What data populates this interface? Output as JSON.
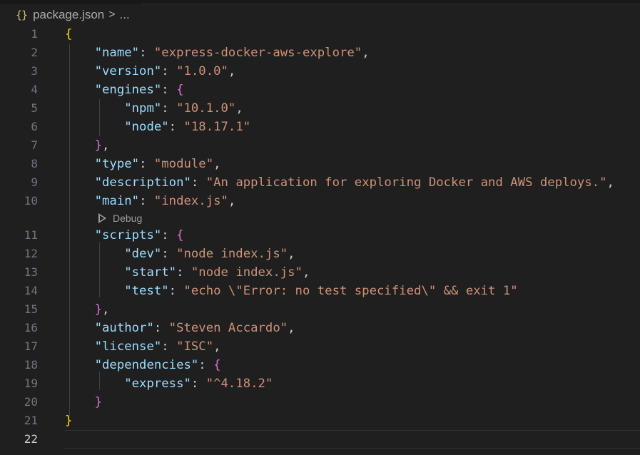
{
  "breadcrumb": {
    "icon": "{}",
    "file": "package.json",
    "separator": ">",
    "more": "..."
  },
  "codelens": {
    "label": "Debug"
  },
  "colors": {
    "background": "#1f1f1f",
    "key": "#9cdcfe",
    "string": "#ce9178",
    "bracket_outer": "#ffd700",
    "bracket_inner": "#da70d6",
    "line_number": "#6e7681"
  },
  "lines": [
    {
      "num": "1",
      "tokens": [
        [
          "b1",
          "{"
        ]
      ]
    },
    {
      "num": "2",
      "tokens": [
        [
          "p",
          "    "
        ],
        [
          "k",
          "\"name\""
        ],
        [
          "p",
          ": "
        ],
        [
          "s",
          "\"express-docker-aws-explore\""
        ],
        [
          "p",
          ","
        ]
      ]
    },
    {
      "num": "3",
      "tokens": [
        [
          "p",
          "    "
        ],
        [
          "k",
          "\"version\""
        ],
        [
          "p",
          ": "
        ],
        [
          "s",
          "\"1.0.0\""
        ],
        [
          "p",
          ","
        ]
      ]
    },
    {
      "num": "4",
      "tokens": [
        [
          "p",
          "    "
        ],
        [
          "k",
          "\"engines\""
        ],
        [
          "p",
          ": "
        ],
        [
          "b2",
          "{"
        ]
      ]
    },
    {
      "num": "5",
      "tokens": [
        [
          "p",
          "        "
        ],
        [
          "k",
          "\"npm\""
        ],
        [
          "p",
          ": "
        ],
        [
          "s",
          "\"10.1.0\""
        ],
        [
          "p",
          ","
        ]
      ]
    },
    {
      "num": "6",
      "tokens": [
        [
          "p",
          "        "
        ],
        [
          "k",
          "\"node\""
        ],
        [
          "p",
          ": "
        ],
        [
          "s",
          "\"18.17.1\""
        ]
      ]
    },
    {
      "num": "7",
      "tokens": [
        [
          "p",
          "    "
        ],
        [
          "b2",
          "}"
        ],
        [
          "p",
          ","
        ]
      ]
    },
    {
      "num": "8",
      "tokens": [
        [
          "p",
          "    "
        ],
        [
          "k",
          "\"type\""
        ],
        [
          "p",
          ": "
        ],
        [
          "s",
          "\"module\""
        ],
        [
          "p",
          ","
        ]
      ]
    },
    {
      "num": "9",
      "tokens": [
        [
          "p",
          "    "
        ],
        [
          "k",
          "\"description\""
        ],
        [
          "p",
          ": "
        ],
        [
          "s",
          "\"An application for exploring Docker and AWS deploys.\""
        ],
        [
          "p",
          ","
        ]
      ]
    },
    {
      "num": "10",
      "tokens": [
        [
          "p",
          "    "
        ],
        [
          "k",
          "\"main\""
        ],
        [
          "p",
          ": "
        ],
        [
          "s",
          "\"index.js\""
        ],
        [
          "p",
          ","
        ]
      ],
      "codelens_after": true
    },
    {
      "num": "11",
      "tokens": [
        [
          "p",
          "    "
        ],
        [
          "k",
          "\"scripts\""
        ],
        [
          "p",
          ": "
        ],
        [
          "b2",
          "{"
        ]
      ]
    },
    {
      "num": "12",
      "tokens": [
        [
          "p",
          "        "
        ],
        [
          "k",
          "\"dev\""
        ],
        [
          "p",
          ": "
        ],
        [
          "s",
          "\"node index.js\""
        ],
        [
          "p",
          ","
        ]
      ]
    },
    {
      "num": "13",
      "tokens": [
        [
          "p",
          "        "
        ],
        [
          "k",
          "\"start\""
        ],
        [
          "p",
          ": "
        ],
        [
          "s",
          "\"node index.js\""
        ],
        [
          "p",
          ","
        ]
      ]
    },
    {
      "num": "14",
      "tokens": [
        [
          "p",
          "        "
        ],
        [
          "k",
          "\"test\""
        ],
        [
          "p",
          ": "
        ],
        [
          "s",
          "\"echo \\\"Error: no test specified\\\" && exit 1\""
        ]
      ]
    },
    {
      "num": "15",
      "tokens": [
        [
          "p",
          "    "
        ],
        [
          "b2",
          "}"
        ],
        [
          "p",
          ","
        ]
      ]
    },
    {
      "num": "16",
      "tokens": [
        [
          "p",
          "    "
        ],
        [
          "k",
          "\"author\""
        ],
        [
          "p",
          ": "
        ],
        [
          "s",
          "\"Steven Accardo\""
        ],
        [
          "p",
          ","
        ]
      ]
    },
    {
      "num": "17",
      "tokens": [
        [
          "p",
          "    "
        ],
        [
          "k",
          "\"license\""
        ],
        [
          "p",
          ": "
        ],
        [
          "s",
          "\"ISC\""
        ],
        [
          "p",
          ","
        ]
      ]
    },
    {
      "num": "18",
      "tokens": [
        [
          "p",
          "    "
        ],
        [
          "k",
          "\"dependencies\""
        ],
        [
          "p",
          ": "
        ],
        [
          "b2",
          "{"
        ]
      ]
    },
    {
      "num": "19",
      "tokens": [
        [
          "p",
          "        "
        ],
        [
          "k",
          "\"express\""
        ],
        [
          "p",
          ": "
        ],
        [
          "s",
          "\"^4.18.2\""
        ]
      ]
    },
    {
      "num": "20",
      "tokens": [
        [
          "p",
          "    "
        ],
        [
          "b2",
          "}"
        ]
      ]
    },
    {
      "num": "21",
      "tokens": [
        [
          "b1",
          "}"
        ]
      ]
    },
    {
      "num": "22",
      "tokens": [],
      "current": true
    }
  ]
}
